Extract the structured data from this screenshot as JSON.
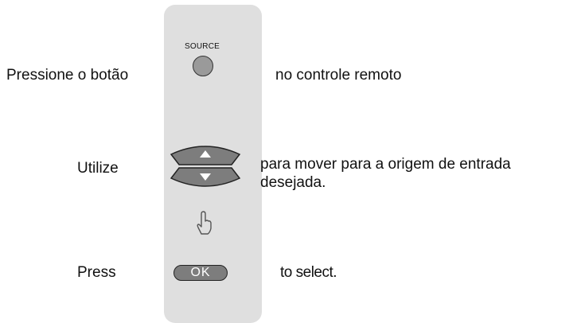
{
  "steps": [
    {
      "before": "Pressione o botão",
      "after": "no controle remoto"
    },
    {
      "before": "Utilize",
      "after_line1": "para mover para a origem de entrada",
      "after_line2": "desejada."
    },
    {
      "before": "Press",
      "after": "to select."
    }
  ],
  "remote": {
    "source_label": "SOURCE",
    "ok_label": "OK"
  },
  "icons": {
    "source_button": "circle-button",
    "dpad": "up-down-arrow-buttons",
    "hand": "pointing-hand-icon"
  },
  "colors": {
    "remote_body": "#dfdfdf",
    "button_fill": "#7d7d7d",
    "source_button_fill": "#9a9a9a"
  }
}
